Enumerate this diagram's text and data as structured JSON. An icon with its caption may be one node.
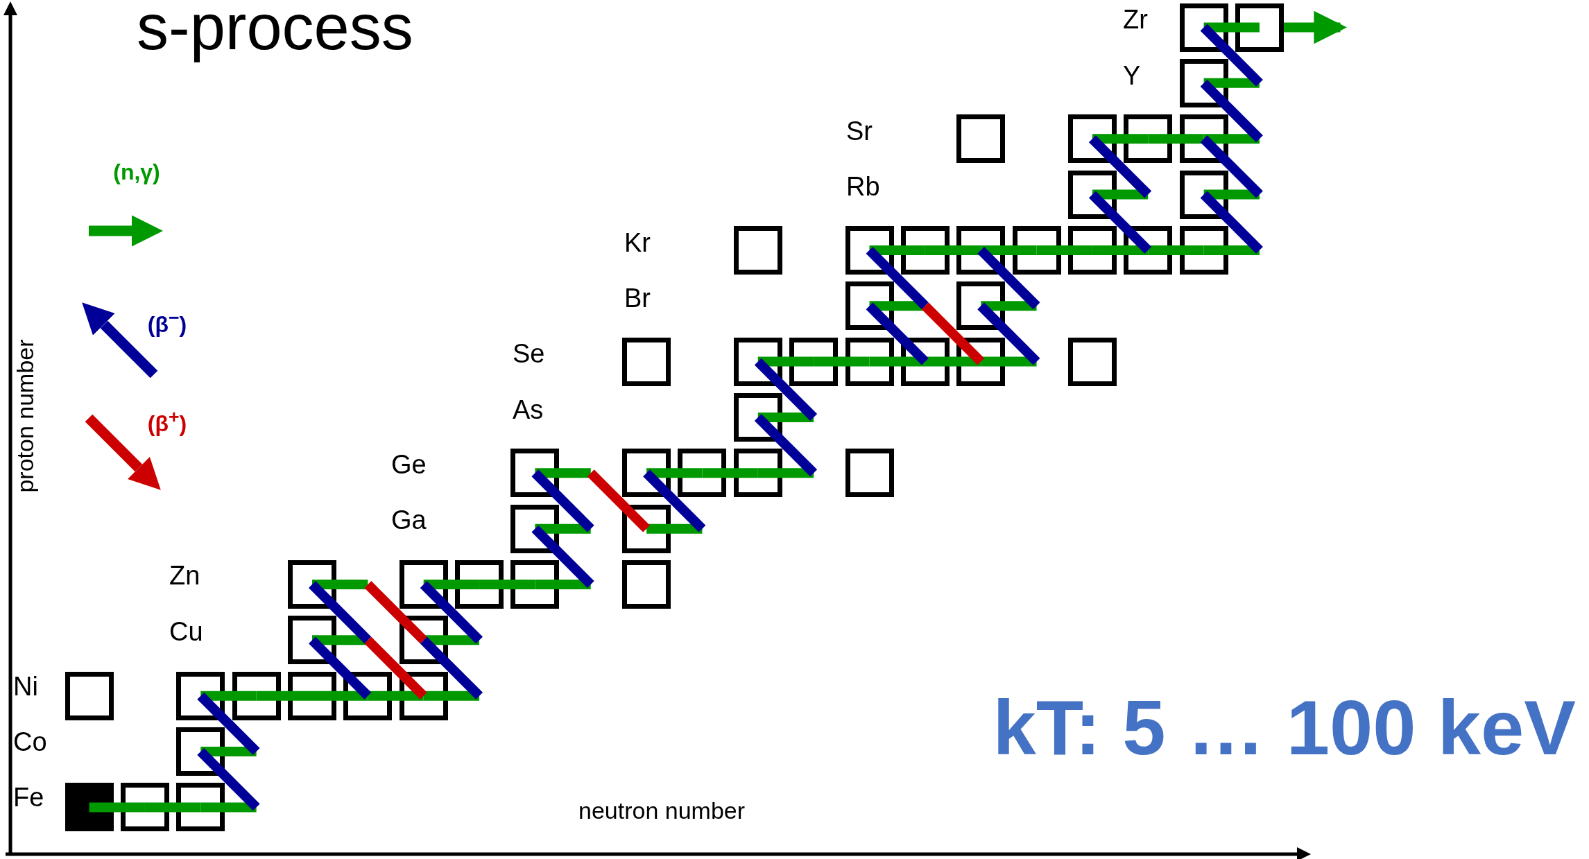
{
  "diagram": {
    "title": "s-process",
    "nodes": [
      {
        "text": [],
        "shape": "box"
      },
      {
        "text": [],
        "shape": "box"
      },
      {
        "text": [],
        "shape": "box"
      },
      {
        "text": [],
        "shape": "box"
      },
      {
        "text": [],
        "shape": "box"
      },
      {
        "text": [],
        "shape": "box"
      },
      {
        "text": [],
        "shape": "box"
      },
      {
        "text": [],
        "shape": "box"
      },
      {
        "text": [],
        "shape": "box"
      },
      {
        "text": [],
        "shape": "box"
      },
      {
        "text": [],
        "shape": "box"
      },
      {
        "text": [],
        "shape": "box"
      },
      {
        "text": [],
        "shape": "box"
      },
      {
        "text": [],
        "shape": "box"
      },
      {
        "text": [],
        "shape": "box"
      },
      {
        "text": [],
        "shape": "box"
      },
      {
        "text": [],
        "shape": "box"
      },
      {
        "text": [],
        "shape": "box"
      },
      {
        "text": [],
        "shape": "box"
      },
      {
        "text": [],
        "shape": "box"
      },
      {
        "text": [],
        "shape": "box"
      },
      {
        "text": [],
        "shape": "box"
      },
      {
        "text": [],
        "shape": "box"
      },
      {
        "text": [],
        "shape": "box"
      },
      {
        "text": [],
        "shape": "box"
      },
      {
        "text": [],
        "shape": "box"
      },
      {
        "text": [],
        "shape": "box"
      },
      {
        "text": [],
        "shape": "box"
      },
      {
        "text": [],
        "shape": "box"
      },
      {
        "text": [],
        "shape": "box"
      },
      {
        "text": [],
        "shape": "box"
      },
      {
        "text": [],
        "shape": "box"
      },
      {
        "text": [],
        "shape": "box"
      },
      {
        "text": [],
        "shape": "box"
      },
      {
        "text": [],
        "shape": "box"
      },
      {
        "text": [],
        "shape": "box"
      },
      {
        "text": [],
        "shape": "box"
      },
      {
        "text": [],
        "shape": "box"
      },
      {
        "text": [],
        "shape": "box"
      },
      {
        "text": [],
        "shape": "box"
      },
      {
        "text": [],
        "shape": "box"
      },
      {
        "text": [],
        "shape": "box"
      },
      {
        "text": [],
        "shape": "box"
      },
      {
        "text": [],
        "shape": "box"
      },
      {
        "text": [],
        "shape": "box"
      },
      {
        "text": [],
        "shape": "box"
      },
      {
        "text": [],
        "shape": "box"
      },
      {
        "text": [],
        "shape": "box"
      },
      {
        "text": [],
        "shape": "box"
      },
      {
        "text": [],
        "shape": "box"
      },
      {
        "text": [],
        "shape": "box"
      }
    ],
    "edges": [
      {
        "from": 48,
        "to": 49,
        "arrow": "none"
      },
      {
        "from": 49,
        "to": 50,
        "arrow": "none"
      },
      {
        "from": 50,
        "to": null,
        "arrow": "none"
      },
      {
        "from": 47,
        "to": null,
        "arrow": "none"
      },
      {
        "from": 42,
        "to": 43,
        "arrow": "none"
      },
      {
        "from": 43,
        "to": 44,
        "arrow": "none"
      },
      {
        "from": 44,
        "to": 45,
        "arrow": "none"
      },
      {
        "from": 45,
        "to": 46,
        "arrow": "none"
      },
      {
        "from": 46,
        "to": null,
        "arrow": "none"
      },
      {
        "from": 39,
        "to": null,
        "arrow": "none"
      },
      {
        "from": 40,
        "to": null,
        "arrow": "none"
      },
      {
        "from": 34,
        "to": null,
        "arrow": "none"
      },
      {
        "from": 35,
        "to": 36,
        "arrow": "none"
      },
      {
        "from": 36,
        "to": 37,
        "arrow": "none"
      },
      {
        "from": 37,
        "to": null,
        "arrow": "none"
      },
      {
        "from": 32,
        "to": null,
        "arrow": "none"
      },
      {
        "from": 33,
        "to": null,
        "arrow": "none"
      },
      {
        "from": 27,
        "to": null,
        "arrow": "none"
      },
      {
        "from": 28,
        "to": 29,
        "arrow": "none"
      },
      {
        "from": 29,
        "to": 30,
        "arrow": "none"
      },
      {
        "from": 30,
        "to": null,
        "arrow": "none"
      },
      {
        "from": 26,
        "to": null,
        "arrow": "none"
      },
      {
        "from": 20,
        "to": 21,
        "arrow": "none"
      },
      {
        "from": 21,
        "to": 22,
        "arrow": "none"
      },
      {
        "from": 22,
        "to": 23,
        "arrow": "none"
      },
      {
        "from": 23,
        "to": 24,
        "arrow": "none"
      },
      {
        "from": 24,
        "to": null,
        "arrow": "none"
      },
      {
        "from": 17,
        "to": null,
        "arrow": "none"
      },
      {
        "from": 18,
        "to": null,
        "arrow": "none"
      },
      {
        "from": 10,
        "to": 11,
        "arrow": "none"
      },
      {
        "from": 11,
        "to": 12,
        "arrow": "none"
      },
      {
        "from": 12,
        "to": 13,
        "arrow": "none"
      },
      {
        "from": 13,
        "to": 14,
        "arrow": "none"
      },
      {
        "from": 14,
        "to": 15,
        "arrow": "none"
      },
      {
        "from": 15,
        "to": 16,
        "arrow": "none"
      },
      {
        "from": 16,
        "to": null,
        "arrow": "none"
      },
      {
        "from": 7,
        "to": null,
        "arrow": "none"
      },
      {
        "from": 8,
        "to": null,
        "arrow": "none"
      },
      {
        "from": 4,
        "to": 5,
        "arrow": "none"
      },
      {
        "from": 5,
        "to": 6,
        "arrow": "none"
      },
      {
        "from": 6,
        "to": null,
        "arrow": "none"
      },
      {
        "from": 2,
        "to": null,
        "arrow": "none"
      },
      {
        "from": 0,
        "to": 1,
        "arrow": "none"
      },
      {
        "from": 1,
        "to": null,
        "arrow": "to"
      },
      {
        "from": 47,
        "to": null,
        "arrow": "none",
        "color": "#000099"
      },
      {
        "from": 42,
        "to": null,
        "arrow": "none",
        "color": "#000099"
      },
      {
        "from": 34,
        "to": null,
        "arrow": "none",
        "color": "#000099"
      },
      {
        "from": 39,
        "to": 45,
        "arrow": "none",
        "color": "#000099"
      },
      {
        "from": 35,
        "to": null,
        "arrow": "none",
        "color": "#000099"
      },
      {
        "from": 40,
        "to": null,
        "arrow": "none",
        "color": "#000099"
      },
      {
        "from": null,
        "to": 40,
        "arrow": "none",
        "color": "#cc0000"
      },
      {
        "from": null,
        "to": 46,
        "arrow": "none",
        "color": "#cc0000"
      },
      {
        "from": 32,
        "to": null,
        "arrow": "none",
        "color": "#000099"
      },
      {
        "from": 27,
        "to": null,
        "arrow": "none",
        "color": "#000099"
      },
      {
        "from": null,
        "to": 33,
        "arrow": "none",
        "color": "#cc0000"
      },
      {
        "from": 28,
        "to": null,
        "arrow": "none",
        "color": "#000099"
      },
      {
        "from": 26,
        "to": null,
        "arrow": "none",
        "color": "#000099"
      },
      {
        "from": 20,
        "to": null,
        "arrow": "none",
        "color": "#000099"
      },
      {
        "from": 10,
        "to": null,
        "arrow": "none",
        "color": "#000099"
      },
      {
        "from": null,
        "to": 24,
        "arrow": "none",
        "color": "#cc0000"
      },
      {
        "from": 17,
        "to": 23,
        "arrow": "none",
        "color": "#000099"
      },
      {
        "from": 12,
        "to": null,
        "arrow": "none",
        "color": "#000099"
      },
      {
        "from": 18,
        "to": null,
        "arrow": "none",
        "color": "#000099"
      },
      {
        "from": 4,
        "to": null,
        "arrow": "none",
        "color": "#000099"
      },
      {
        "from": 7,
        "to": 15,
        "arrow": "none",
        "color": "#000099"
      },
      {
        "from": 6,
        "to": null,
        "arrow": "none",
        "color": "#000099"
      },
      {
        "from": 8,
        "to": null,
        "arrow": "none",
        "color": "#000099"
      },
      {
        "from": 2,
        "to": null,
        "arrow": "none",
        "color": "#000099"
      },
      {
        "from": 0,
        "to": null,
        "arrow": "none",
        "color": "#000099"
      }
    ],
    "labels": [
      "Zr",
      "Y",
      "Sr",
      "Rb",
      "Kr",
      "Br",
      "Se",
      "As",
      "Ge",
      "Ga",
      "Zn",
      "Cu",
      "Ni",
      "Co",
      "Fe",
      "proton number",
      "neutron number",
      "kT: 5 … 100 keV"
    ],
    "legend": [
      {
        "text": "(n,γ)"
      },
      {
        "text": "(β$^{−}$)"
      },
      {
        "text": "(β$^{+}$)"
      }
    ]
  }
}
